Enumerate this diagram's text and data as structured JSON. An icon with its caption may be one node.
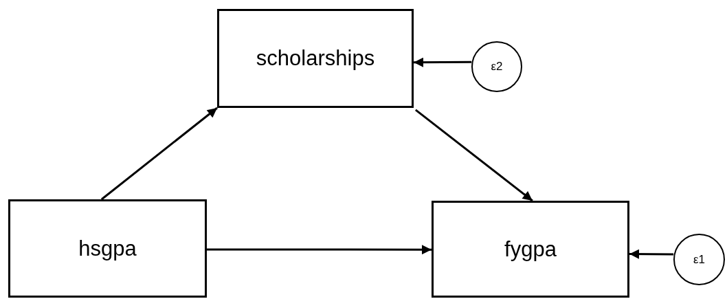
{
  "diagram": {
    "nodes": [
      {
        "text": [
          "scholarships"
        ]
      },
      {
        "text": [
          "ε2"
        ]
      },
      {
        "text": [
          "hsgpa"
        ]
      },
      {
        "text": [
          "fygpa"
        ]
      },
      {
        "text": [
          "ε1"
        ]
      }
    ],
    "edges": [
      {
        "from": 2,
        "to": 0,
        "arrow": "to"
      },
      {
        "from": 0,
        "to": 3,
        "arrow": "to"
      },
      {
        "from": 2,
        "to": 3,
        "arrow": "to"
      },
      {
        "from": 1,
        "to": 0,
        "arrow": "to"
      },
      {
        "from": 4,
        "to": 3,
        "arrow": "to"
      }
    ]
  }
}
